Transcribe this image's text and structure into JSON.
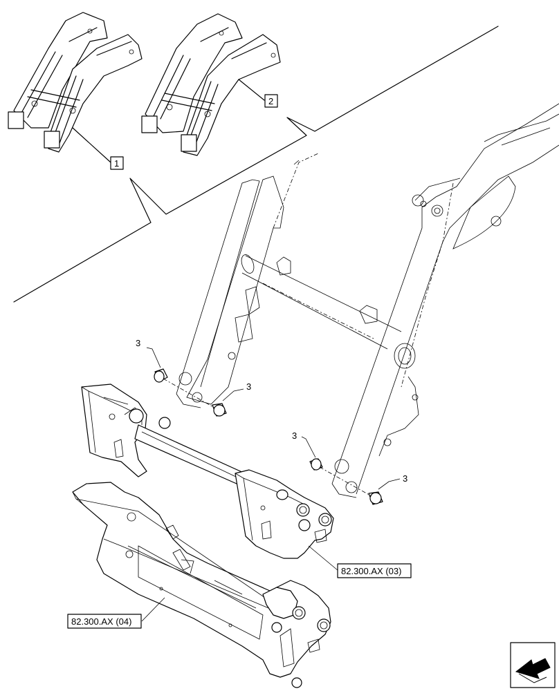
{
  "callouts": {
    "item_1": "1",
    "item_2": "2",
    "item_3a": "3",
    "item_3b": "3",
    "item_3c": "3",
    "item_3d": "3"
  },
  "references": {
    "ref_03": "82.300.AX (03)",
    "ref_04": "82.300.AX (04)"
  },
  "icons": {
    "nav_arrow": "navigation-arrow-icon"
  }
}
